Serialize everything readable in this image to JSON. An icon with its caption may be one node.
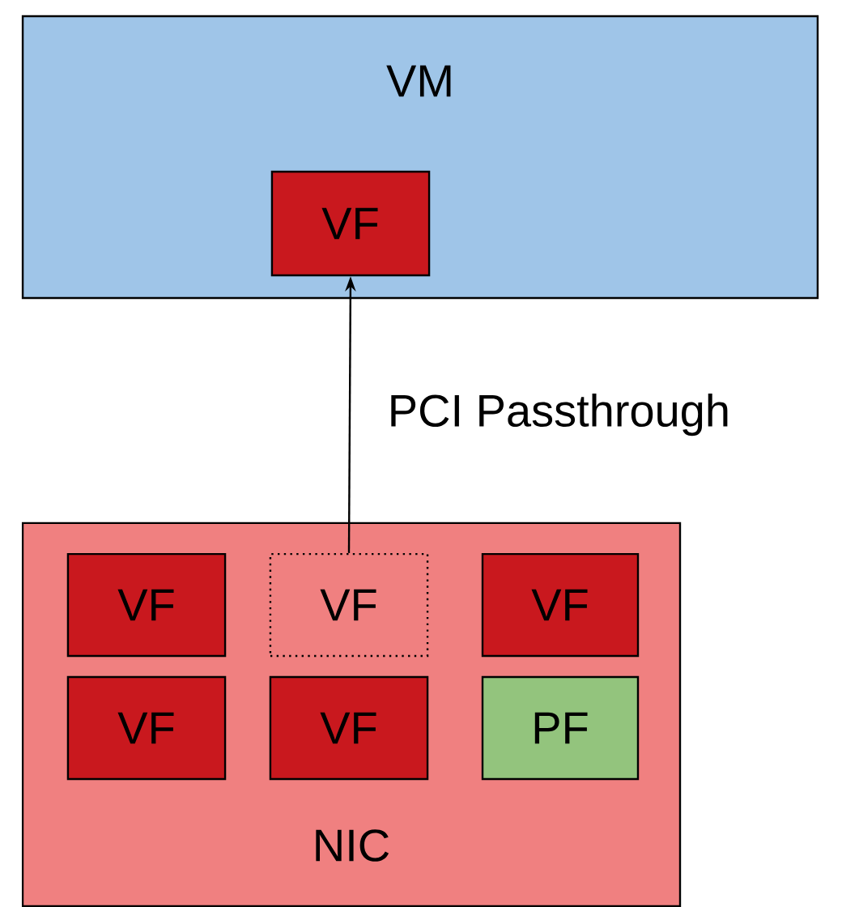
{
  "diagram": {
    "nodes": [
      {
        "text": [
          "VM"
        ]
      },
      {
        "text": [
          "VF"
        ],
        "in": 0
      },
      {
        "text": [
          "NIC"
        ]
      },
      {
        "text": [
          "VF"
        ],
        "in": 2
      },
      {
        "text": [
          "VF"
        ],
        "in": 2
      },
      {
        "text": [
          "VF"
        ],
        "in": 2
      },
      {
        "text": [
          "VF"
        ],
        "in": 2
      },
      {
        "text": [
          "VF"
        ],
        "in": 2
      },
      {
        "text": [
          "PF"
        ],
        "in": 2
      }
    ],
    "edges": [
      {
        "from": 4,
        "to": 1,
        "arrow": "to",
        "label": "PCI Passthrough"
      }
    ]
  }
}
